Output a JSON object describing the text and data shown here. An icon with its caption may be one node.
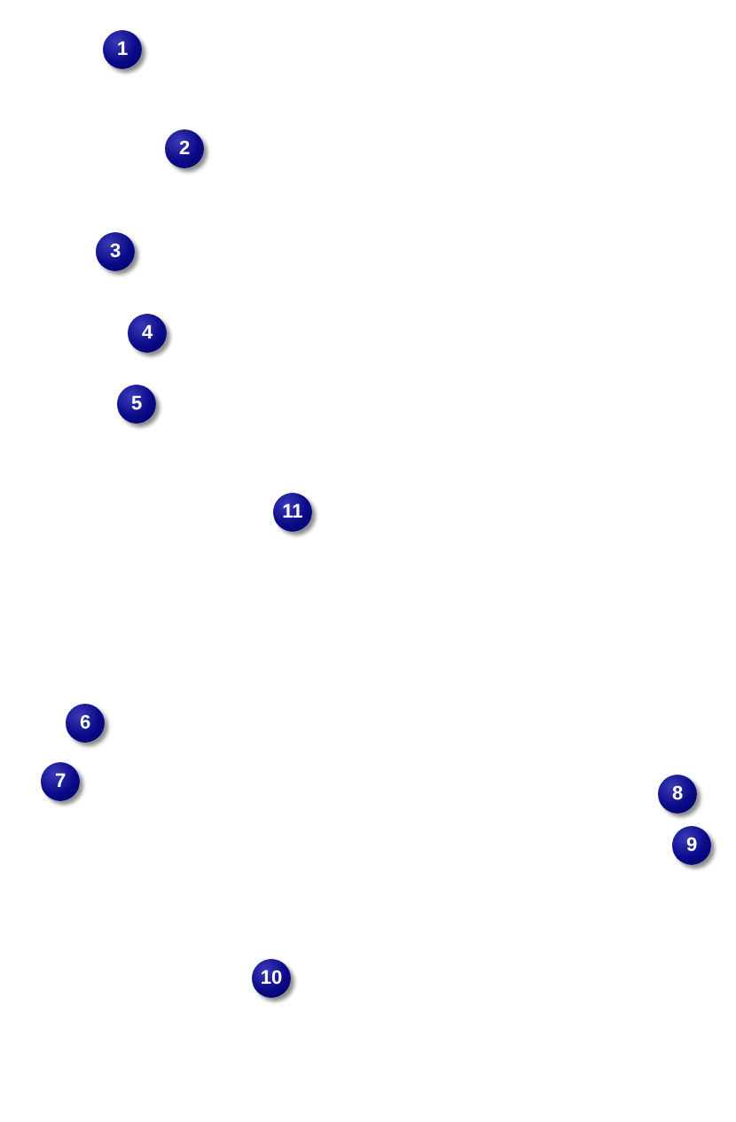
{
  "diagram": {
    "labels": [
      "1",
      "2",
      "3",
      "4",
      "5",
      "11",
      "6",
      "7",
      "8",
      "9",
      "10"
    ]
  }
}
